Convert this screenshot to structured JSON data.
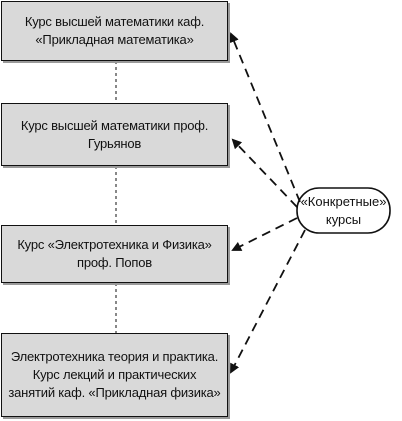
{
  "boxes": [
    {
      "text": "Курс высшей математики каф.\n«Прикладная математика»"
    },
    {
      "text": "Курс высшей математики проф.\nГурьянов"
    },
    {
      "text": "Курс «Электротехника и Физика»\nпроф. Попов"
    },
    {
      "text": "Электротехника теория и практика.\nКурс лекций и практических\nзанятий каф. «Прикладная физика»"
    }
  ],
  "category": {
    "text": "«Конкретные»\nкурсы"
  },
  "colors": {
    "box_fill": "#d9d9d9",
    "line": "#111111"
  }
}
